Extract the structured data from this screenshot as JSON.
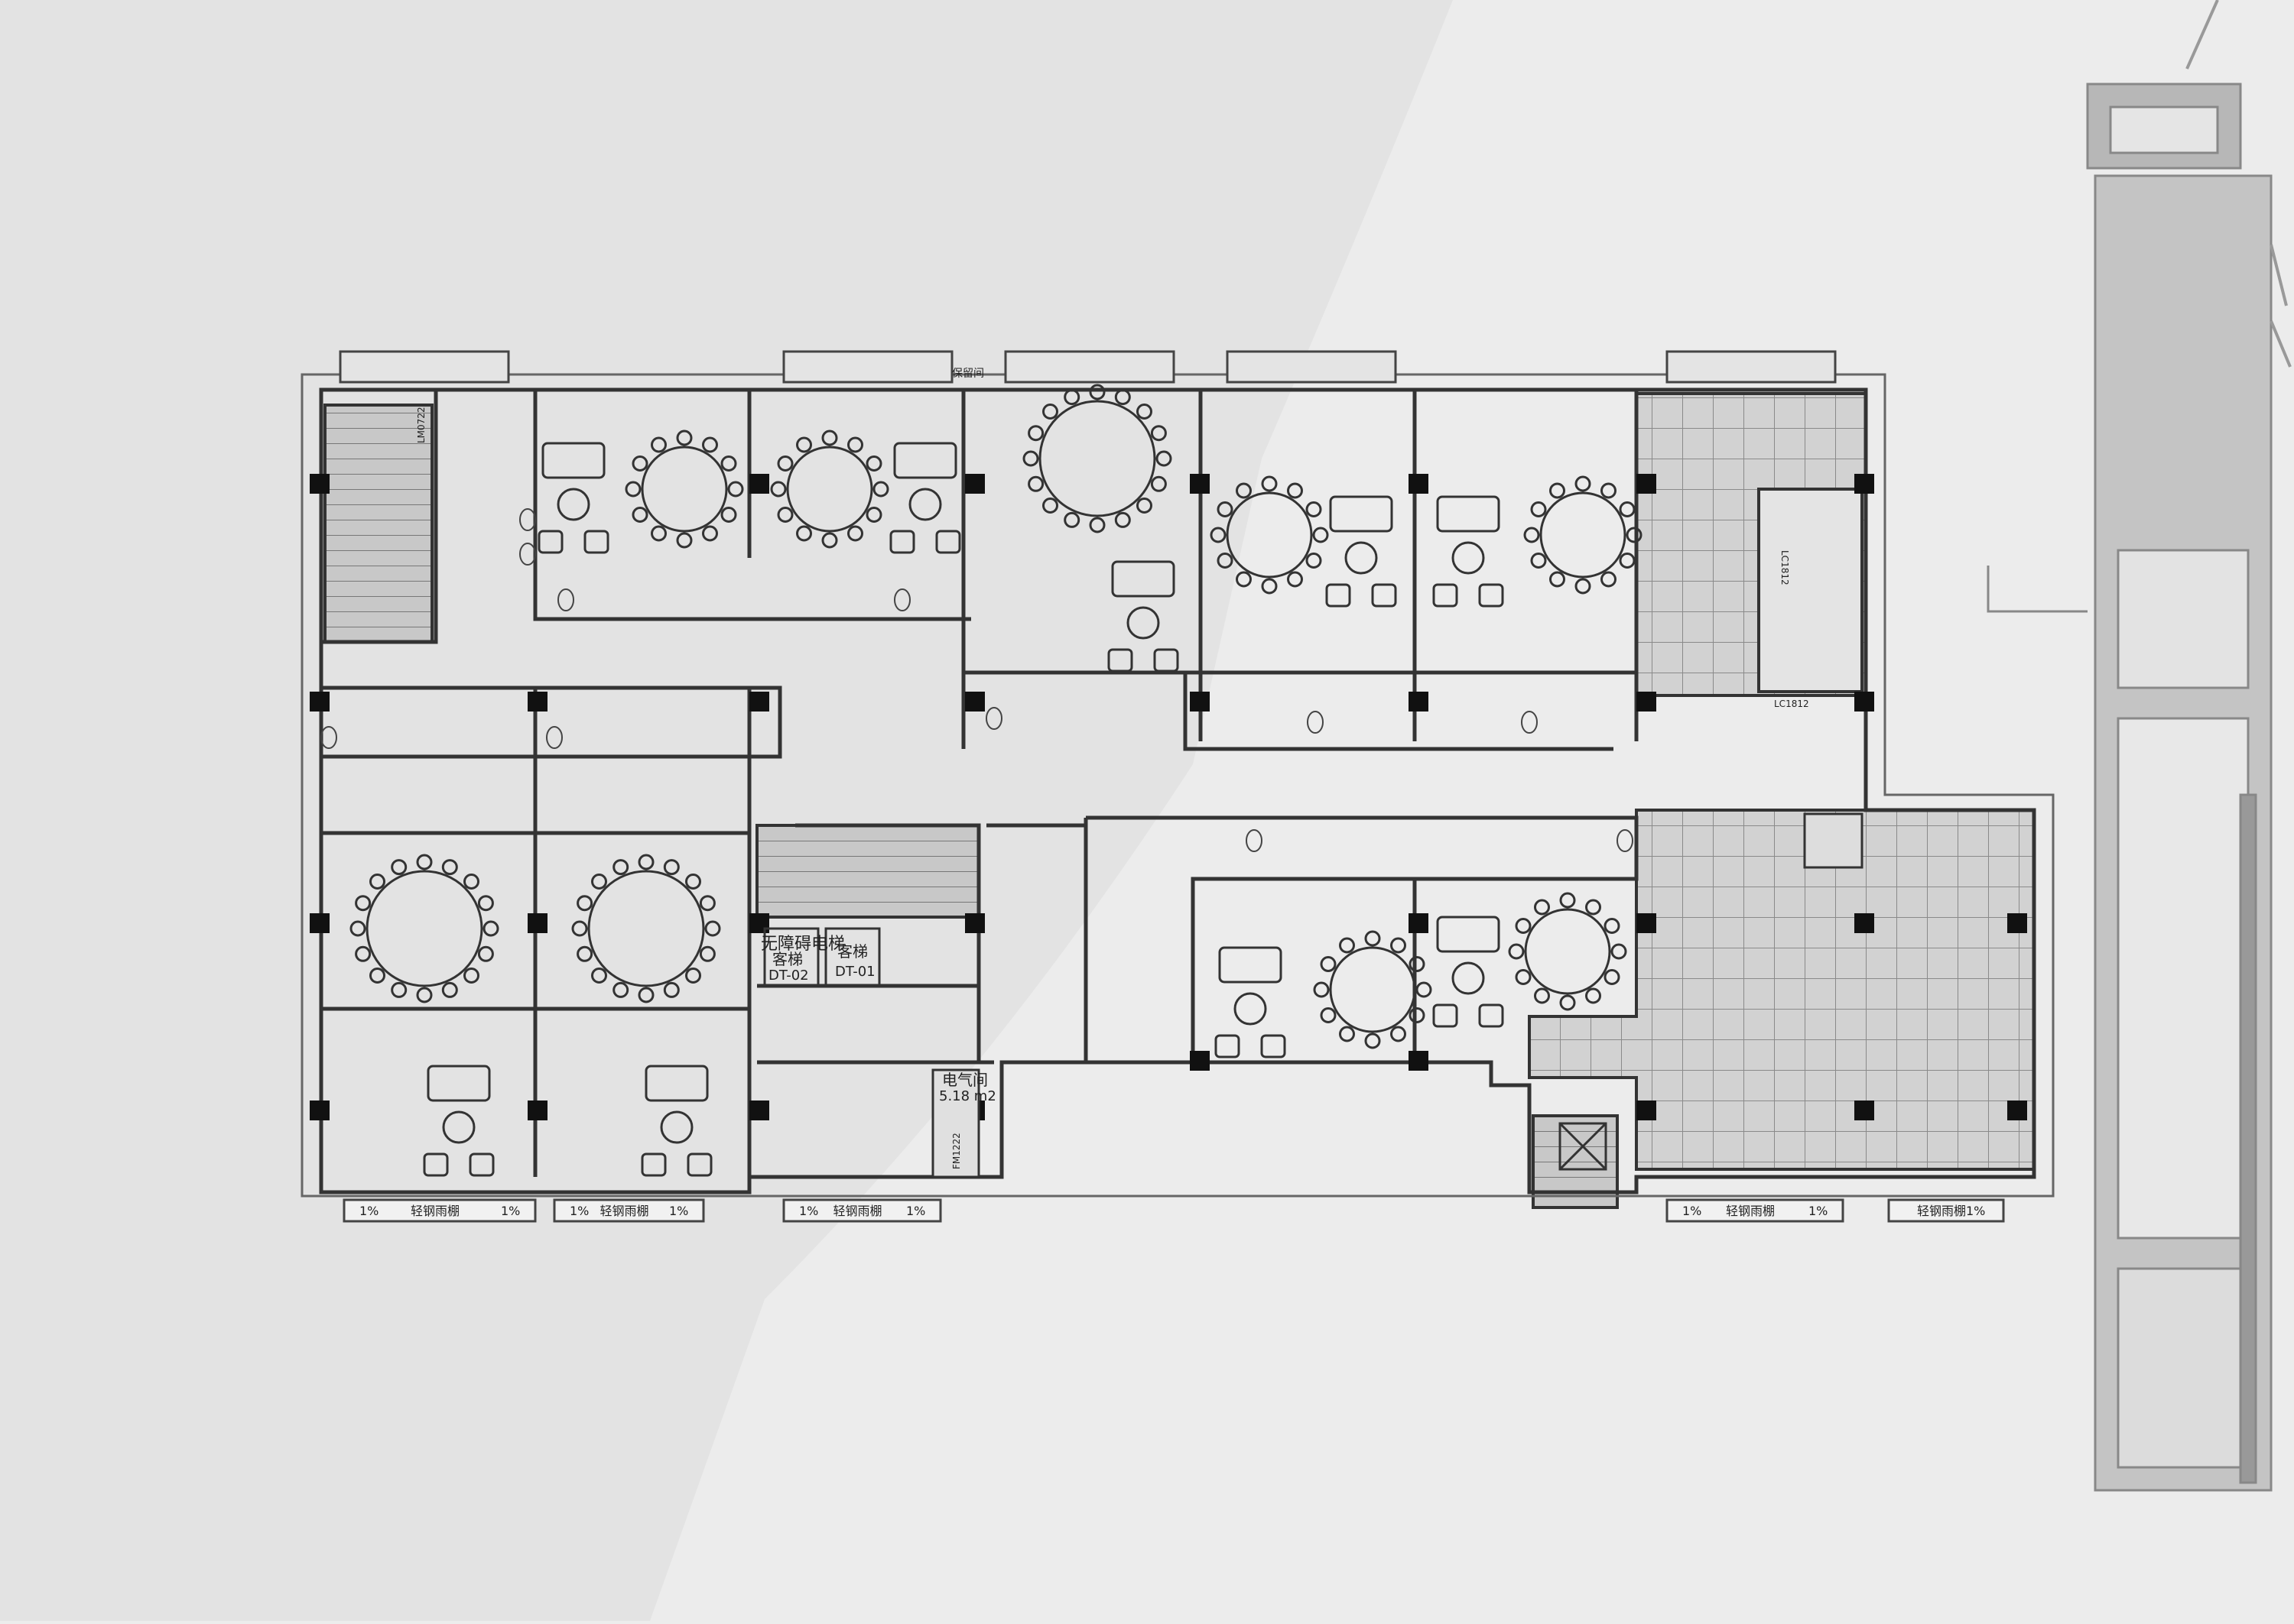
{
  "plan": {
    "labels": {
      "elevator_hall_label": "无障碍电梯",
      "elevator_a": "客梯",
      "elevator_a_id": "DT-02",
      "elevator_b": "客梯",
      "elevator_b_id": "DT-01",
      "electrical_room": "电气间",
      "electrical_area": "5.18 m2",
      "door_tag_1": "LM0722",
      "door_tag_2": "LC1812",
      "door_tag_3": "FM1222",
      "door_tag_4": "LC1812",
      "reserved_room": "保留间"
    },
    "canopies": [
      {
        "left": "1%",
        "mid": "轻钢雨棚",
        "right": "1%"
      },
      {
        "left": "1%",
        "mid": "轻钢雨棚",
        "right": "1%"
      },
      {
        "left": "1%",
        "mid": "轻钢雨棚",
        "right": "1%"
      },
      {
        "left": "1%",
        "mid": "轻钢雨棚",
        "right": "1%"
      },
      {
        "left": "",
        "mid": "轻钢雨棚1%",
        "right": ""
      }
    ]
  },
  "colors": {
    "background": "#ececec",
    "wall": "#333333",
    "column": "#111111",
    "stair_fill": "#bdbdbd",
    "terrace_fill": "#cfcfcf",
    "building_side": "#a9a9a9"
  }
}
